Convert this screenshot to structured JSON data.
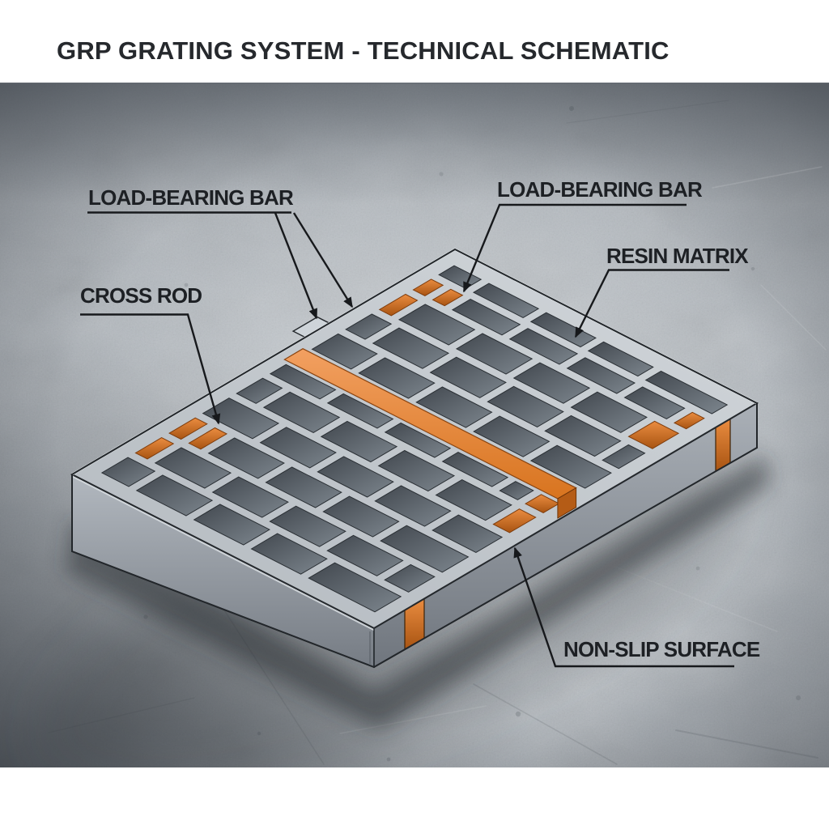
{
  "title": "GRP GRATING SYSTEM - TECHNICAL SCHEMATIC",
  "labels": {
    "load_bearing_left": "LOAD-BEARING BAR",
    "load_bearing_right": "LOAD-BEARING BAR",
    "resin_matrix": "RESIN MATRIX",
    "cross_rod": "CROSS ROD",
    "non_slip_surface": "NON-SLIP SURFACE"
  },
  "colors": {
    "accent_orange": "#e0812f",
    "accent_orange_light": "#f2a061",
    "accent_orange_dark": "#b55c16",
    "bar_gray": "#c6ccd2",
    "bar_highlight": "#e9edf0",
    "cell_dark": "#41474e",
    "cell_mid": "#7d868e",
    "side_light": "#b2b8bf",
    "side_dark": "#70767e",
    "concrete": "#adb3b9",
    "concrete_light": "#dadee1",
    "concrete_dark": "#5f656c",
    "ink": "#17191c",
    "title_ink": "#26292d",
    "paper_white": "#ffffff"
  }
}
